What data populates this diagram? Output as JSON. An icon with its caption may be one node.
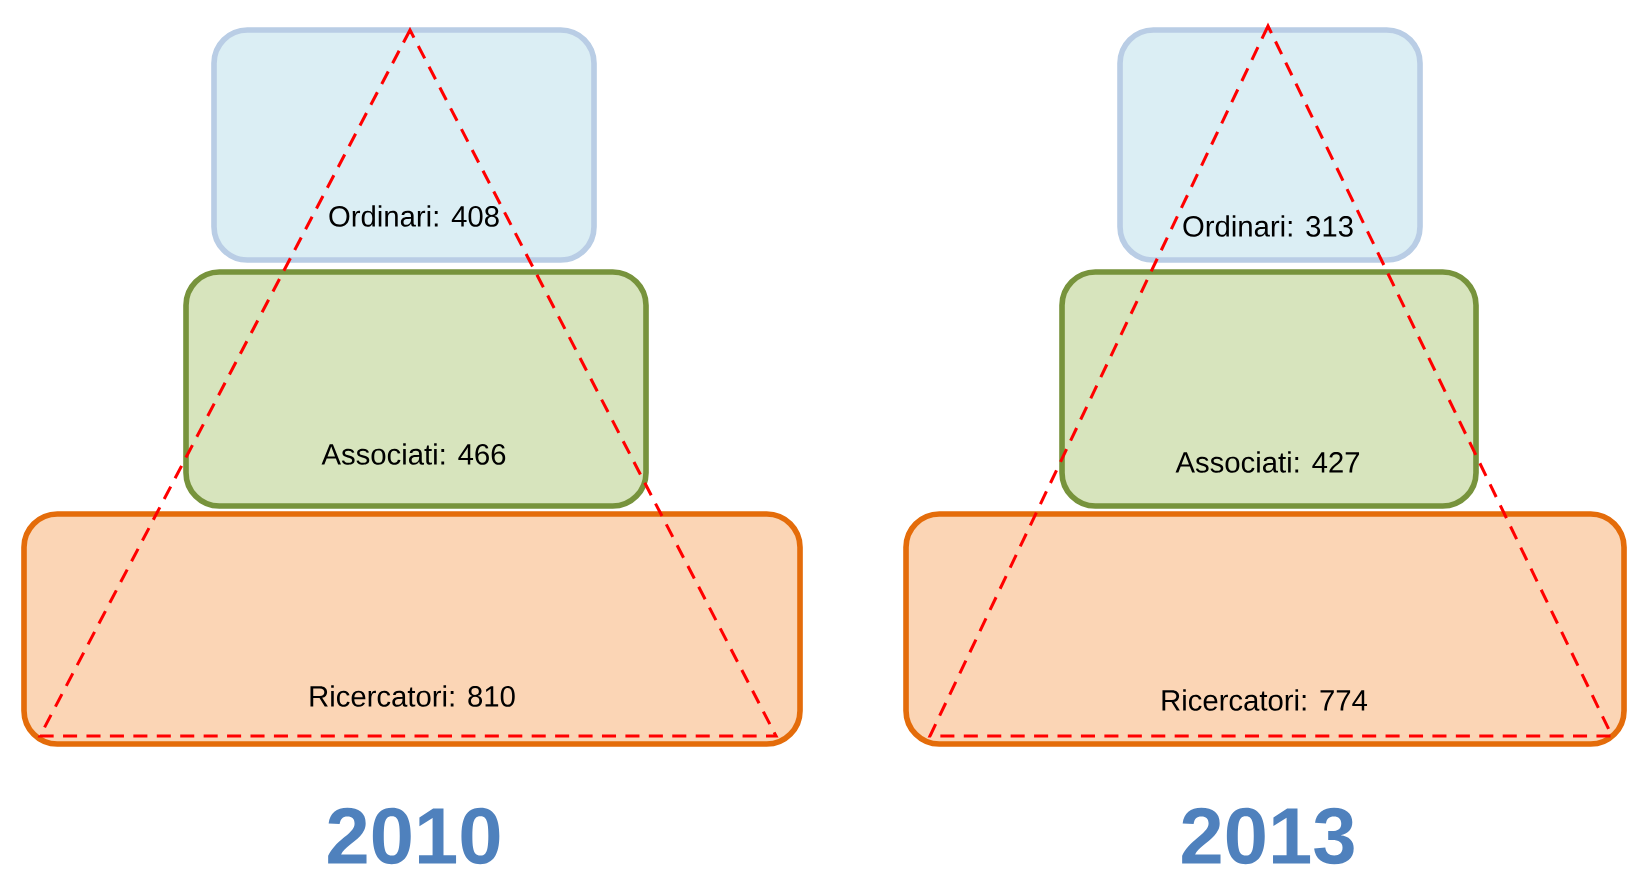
{
  "diagram": {
    "nodes": [
      {
        "text": [
          "Ordinari: 408"
        ]
      },
      {
        "text": [
          "Associati: 466"
        ]
      },
      {
        "text": [
          "Ricercatori: 810"
        ]
      },
      {
        "text": [
          "Ordinari: 313"
        ]
      },
      {
        "text": [
          "Associati: 427"
        ]
      },
      {
        "text": [
          "Ricercatori: 774"
        ]
      }
    ],
    "labels": [
      "2010",
      "2013"
    ]
  }
}
